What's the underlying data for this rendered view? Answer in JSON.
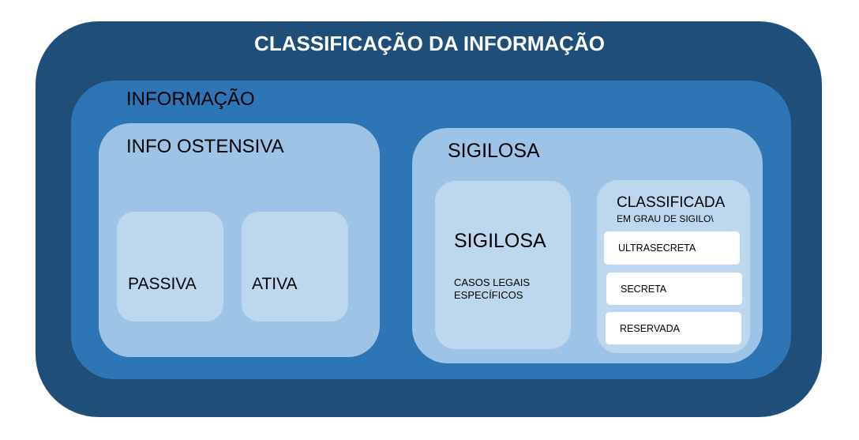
{
  "title": "CLASSIFICAÇÃO DA INFORMAÇÃO",
  "informacao": "INFORMAÇÃO",
  "ostensiva": {
    "label": "INFO OSTENSIVA",
    "passiva": "PASSIVA",
    "ativa": "ATIVA"
  },
  "sigilosa": {
    "label": "SIGILOSA",
    "inner_label": "SIGILOSA",
    "inner_desc_line1": "CASOS LEGAIS",
    "inner_desc_line2": "ESPECÍFICOS",
    "classificada": {
      "label": "CLASSIFICADA",
      "sublabel": "EM GRAU DE SIGILO\\",
      "levels": [
        "ULTRASECRETA",
        "SECRETA",
        "RESERVADA"
      ]
    }
  },
  "colors": {
    "outer": "#1f4e79",
    "information": "#2e75b6",
    "category": "#9dc3e6",
    "subcategory": "#bdd7ee",
    "level": "#ffffff"
  }
}
